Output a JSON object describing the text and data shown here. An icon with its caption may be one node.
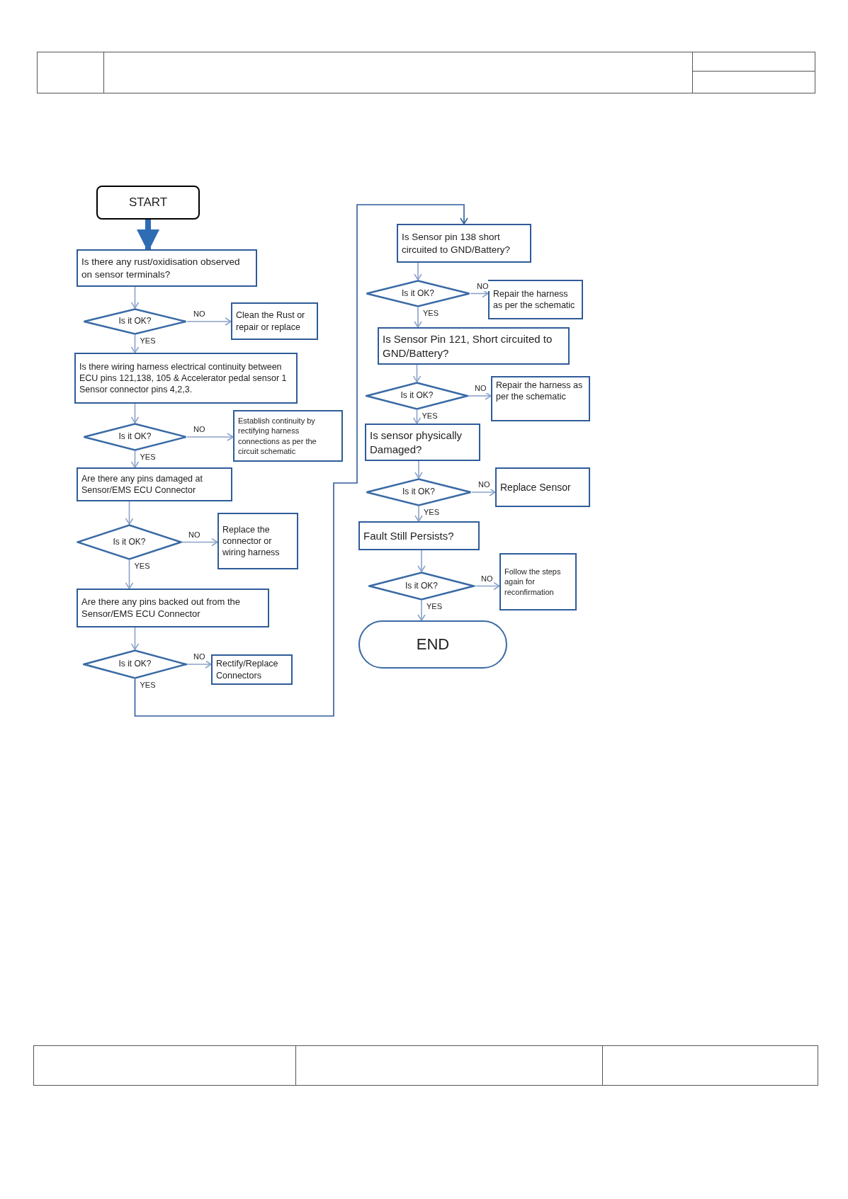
{
  "diagram": {
    "nodes": [
      {
        "text": [
          "START"
        ]
      },
      {
        "text": [
          "Is there any rust/oxidisation observed on sensor terminals?"
        ]
      },
      {
        "text": [
          "Is it OK?"
        ]
      },
      {
        "text": [
          "Clean the Rust or repair or replace"
        ]
      },
      {
        "text": [
          "Is there wiring harness electrical continuity between ECU pins 121,138, 105 & Accelerator pedal sensor 1 Sensor connector pins 4,2,3."
        ]
      },
      {
        "text": [
          "Is it OK?"
        ]
      },
      {
        "text": [
          "Establish continuity by rectifying harness connections as per the circuit schematic"
        ]
      },
      {
        "text": [
          "Are there any pins damaged at Sensor/EMS ECU Connector"
        ]
      },
      {
        "text": [
          "Is it OK?"
        ]
      },
      {
        "text": [
          "Replace the connector or wiring harness"
        ]
      },
      {
        "text": [
          "Are there any pins backed out from the Sensor/EMS ECU Connector"
        ]
      },
      {
        "text": [
          "Is it OK?"
        ]
      },
      {
        "text": [
          "Rectify/Replace Connectors"
        ]
      },
      {
        "text": [
          "Is Sensor pin 138 short circuited to GND/Battery?"
        ]
      },
      {
        "text": [
          "Is it OK?"
        ]
      },
      {
        "text": [
          "Repair the harness as per the schematic"
        ]
      },
      {
        "text": [
          "Is Sensor Pin 121, Short circuited to GND/Battery?"
        ]
      },
      {
        "text": [
          "Is it OK?"
        ]
      },
      {
        "text": [
          "Repair the harness as per the schematic"
        ]
      },
      {
        "text": [
          "Is sensor physically Damaged?"
        ]
      },
      {
        "text": [
          "Is it OK?"
        ]
      },
      {
        "text": [
          "Replace Sensor"
        ]
      },
      {
        "text": [
          "Fault Still Persists?"
        ]
      },
      {
        "text": [
          "Is it OK?"
        ]
      },
      {
        "text": [
          "Follow the steps again for reconfirmation"
        ]
      },
      {
        "text": [
          "END"
        ]
      }
    ],
    "edges": [
      {
        "from": 0,
        "to": 1,
        "arrow": "to",
        "style": "thick",
        "color": "#2e6db4"
      },
      {
        "from": 1,
        "to": 2,
        "arrow": "to"
      },
      {
        "from": 2,
        "to": 3,
        "arrow": "to",
        "label": "NO"
      },
      {
        "from": 2,
        "to": 4,
        "arrow": "to",
        "label": "YES"
      },
      {
        "from": 4,
        "to": 5,
        "arrow": "to"
      },
      {
        "from": 5,
        "to": 6,
        "arrow": "to",
        "label": "NO"
      },
      {
        "from": 5,
        "to": 7,
        "arrow": "to",
        "label": "YES"
      },
      {
        "from": 7,
        "to": 8,
        "arrow": "to"
      },
      {
        "from": 8,
        "to": 9,
        "arrow": "to",
        "label": "NO"
      },
      {
        "from": 8,
        "to": 10,
        "arrow": "to",
        "label": "YES"
      },
      {
        "from": 10,
        "to": 11,
        "arrow": "to"
      },
      {
        "from": 11,
        "to": 12,
        "arrow": "to",
        "label": "NO"
      },
      {
        "from": 11,
        "to": 13,
        "arrow": "to",
        "label": "YES",
        "color": "#2f5c9a"
      },
      {
        "from": 13,
        "to": 14,
        "arrow": "to"
      },
      {
        "from": 14,
        "to": 15,
        "arrow": "to",
        "label": "NO"
      },
      {
        "from": 14,
        "to": 16,
        "arrow": "to",
        "label": "YES"
      },
      {
        "from": 16,
        "to": 17,
        "arrow": "to"
      },
      {
        "from": 17,
        "to": 18,
        "arrow": "to",
        "label": "NO"
      },
      {
        "from": 17,
        "to": 19,
        "arrow": "to",
        "label": "YES"
      },
      {
        "from": 19,
        "to": 20,
        "arrow": "to"
      },
      {
        "from": 20,
        "to": 21,
        "arrow": "to",
        "label": "NO"
      },
      {
        "from": 20,
        "to": 22,
        "arrow": "to",
        "label": "YES"
      },
      {
        "from": 22,
        "to": 23,
        "arrow": "to"
      },
      {
        "from": 23,
        "to": 24,
        "arrow": "to",
        "label": "NO"
      },
      {
        "from": 23,
        "to": 25,
        "arrow": "to",
        "label": "YES"
      }
    ]
  }
}
